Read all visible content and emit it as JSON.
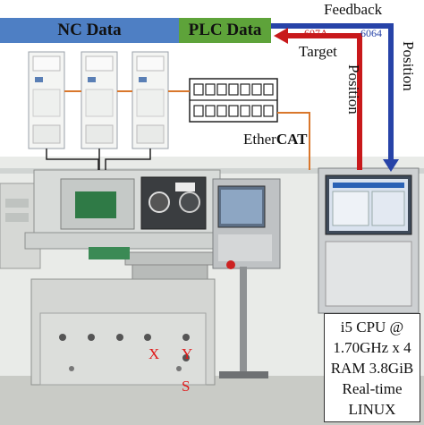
{
  "header": {
    "nc_label": "NC Data",
    "plc_label": "PLC Data"
  },
  "signals": {
    "feedback": "Feedback",
    "target": "Target",
    "position_left": "Position",
    "position_right": "Position",
    "code_607a": "607A",
    "code_6064": "6064"
  },
  "bus": {
    "ether_prefix": "Ether",
    "ether_suffix": "CAT"
  },
  "cpu_box": {
    "lines": [
      "i5 CPU @",
      "1.70GHz x 4",
      "RAM 3.8GiB",
      "Real-time",
      "LINUX"
    ]
  },
  "markers": {
    "x": "X",
    "y": "Y",
    "s": "S"
  },
  "colors": {
    "nc_bar": "#4e7fc4",
    "plc_bar": "#5ea33a",
    "feedback_arrow": "#2743a8",
    "target_arrow": "#c8191b",
    "ethercat_line": "#d9772c"
  }
}
